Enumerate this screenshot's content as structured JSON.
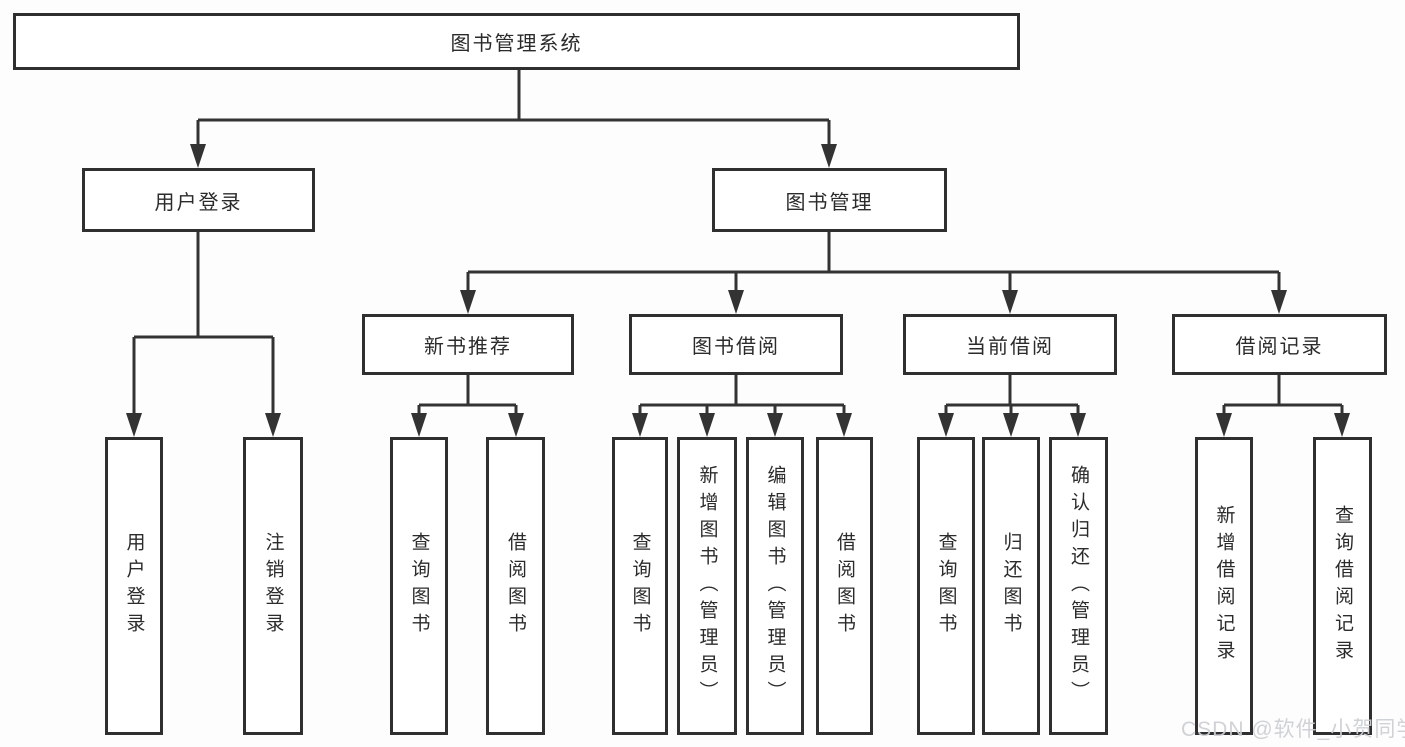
{
  "diagram": {
    "root": {
      "label": "图书管理系统"
    },
    "user_login": {
      "label": "用户登录",
      "children": [
        "用户登录",
        "注销登录"
      ]
    },
    "book_mgmt": {
      "label": "图书管理",
      "sections": [
        {
          "label": "新书推荐",
          "children": [
            "查询图书",
            "借阅图书"
          ]
        },
        {
          "label": "图书借阅",
          "children": [
            "查询图书",
            "新增图书（管理员）",
            "编辑图书（管理员）",
            "借阅图书"
          ]
        },
        {
          "label": "当前借阅",
          "children": [
            "查询图书",
            "归还图书",
            "确认归还（管理员）"
          ]
        },
        {
          "label": "借阅记录",
          "children": [
            "新增借阅记录",
            "查询借阅记录"
          ]
        }
      ]
    }
  },
  "watermark": {
    "text": "CSDN @软件_小贺同学"
  },
  "colors": {
    "line": "#333333",
    "box_border": "#2f2f2f",
    "box_fill": "#ffffff",
    "text": "#2b2b2b",
    "background": "#fdfdfd",
    "watermark": "#cdd0d4"
  }
}
